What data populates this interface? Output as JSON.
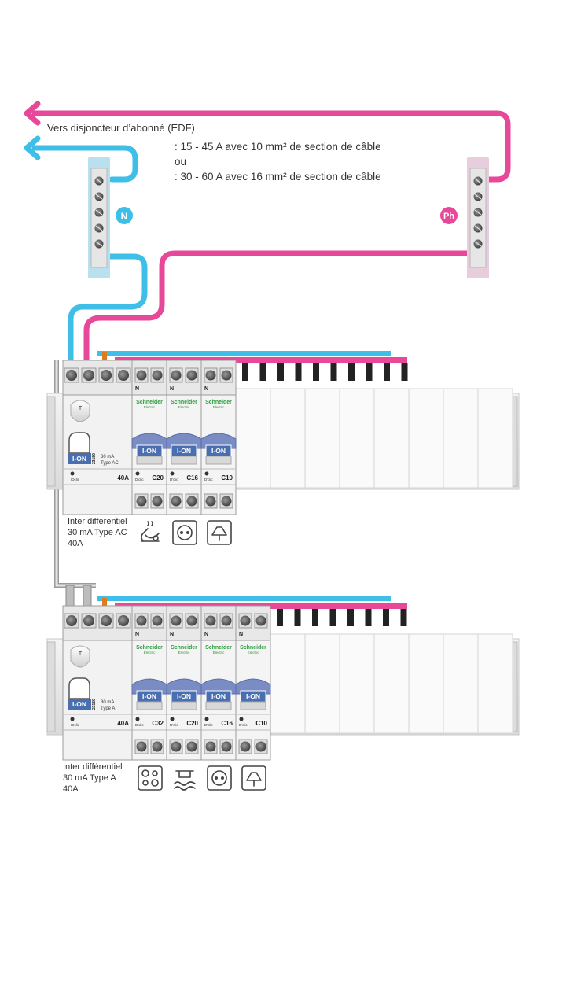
{
  "header": {
    "destination": "Vers disjoncteur d’abonné (EDF)",
    "option1": ": 15 - 45 A avec 10 mm² de section de câble",
    "or": "ou",
    "option2": ": 30 - 60 A avec 16 mm² de section de câble"
  },
  "terminals": {
    "neutral_label": "N",
    "phase_label": "Ph"
  },
  "colors": {
    "neutral": "#3fbfe8",
    "phase": "#e8489a",
    "ion_blue": "#4a6fb0",
    "brand_green": "#2e9b3e"
  },
  "rows": [
    {
      "id": "row1",
      "rcd": {
        "ref": "23159",
        "sensitivity": "30 mA",
        "type": "Type AC",
        "rating": "40A",
        "button": "I-ON",
        "clic": "IDclic",
        "caption": [
          "Inter différentiel",
          "30 mA Type AC",
          "40A"
        ]
      },
      "breakers": [
        {
          "rating": "C20",
          "circuit_icon": "water-heater-icon",
          "brand": "Schneider",
          "brand_sub": "Electric",
          "button": "I-ON",
          "terminal": "N",
          "clic": "D'clic"
        },
        {
          "rating": "C16",
          "circuit_icon": "socket-outlet-icon",
          "brand": "Schneider",
          "brand_sub": "Electric",
          "button": "I-ON",
          "terminal": "N",
          "clic": "D'clic"
        },
        {
          "rating": "C10",
          "circuit_icon": "lighting-icon",
          "brand": "Schneider",
          "brand_sub": "Electric",
          "button": "I-ON",
          "terminal": "N",
          "clic": "D'clic"
        }
      ]
    },
    {
      "id": "row2",
      "rcd": {
        "ref": "23159",
        "sensitivity": "30 mA",
        "type": "Type A",
        "rating": "40A",
        "button": "I-ON",
        "clic": "IDclic",
        "caption": [
          "Inter différentiel",
          "30 mA Type A",
          "40A"
        ]
      },
      "breakers": [
        {
          "rating": "C32",
          "circuit_icon": "cooktop-icon",
          "brand": "Schneider",
          "brand_sub": "Electric",
          "button": "I-ON",
          "terminal": "N",
          "clic": "D'clic"
        },
        {
          "rating": "C20",
          "circuit_icon": "washing-machine-icon",
          "brand": "Schneider",
          "brand_sub": "Electric",
          "button": "I-ON",
          "terminal": "N",
          "clic": "D'clic"
        },
        {
          "rating": "C16",
          "circuit_icon": "socket-outlet-icon",
          "brand": "Schneider",
          "brand_sub": "Electric",
          "button": "I-ON",
          "terminal": "N",
          "clic": "D'clic"
        },
        {
          "rating": "C10",
          "circuit_icon": "lighting-icon",
          "brand": "Schneider",
          "brand_sub": "Electric",
          "button": "I-ON",
          "terminal": "N",
          "clic": "D'clic"
        }
      ]
    }
  ]
}
